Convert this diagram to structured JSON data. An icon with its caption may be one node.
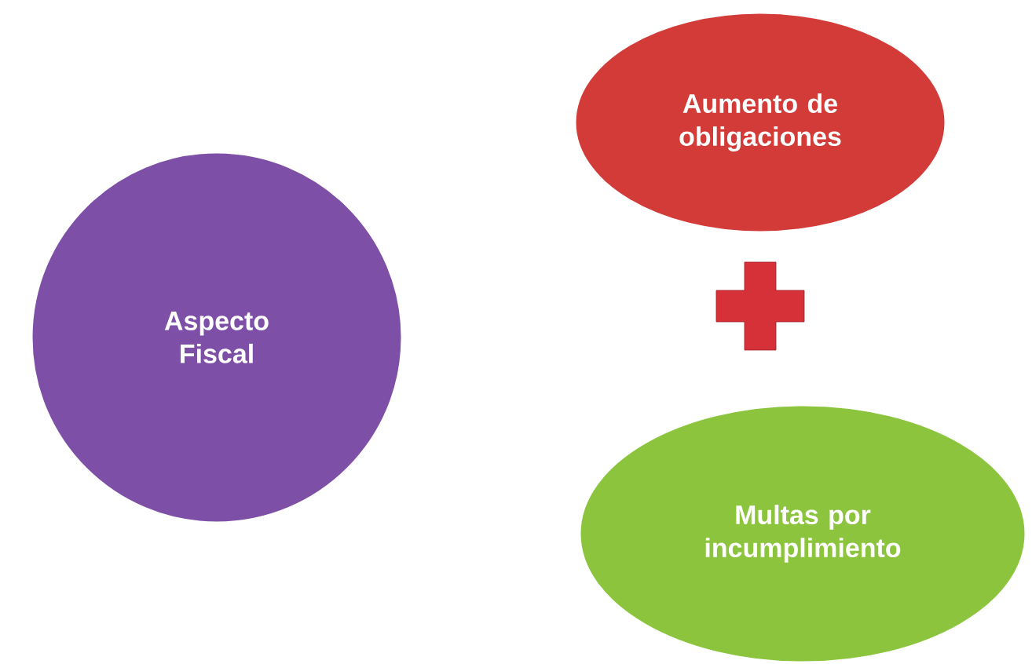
{
  "diagram": {
    "nodes": [
      {
        "text": [
          "Aspecto Fiscal"
        ]
      },
      {
        "text": [
          "Aumento de obligaciones"
        ]
      },
      {
        "text": [
          "Multas por incumplimiento"
        ]
      }
    ]
  }
}
